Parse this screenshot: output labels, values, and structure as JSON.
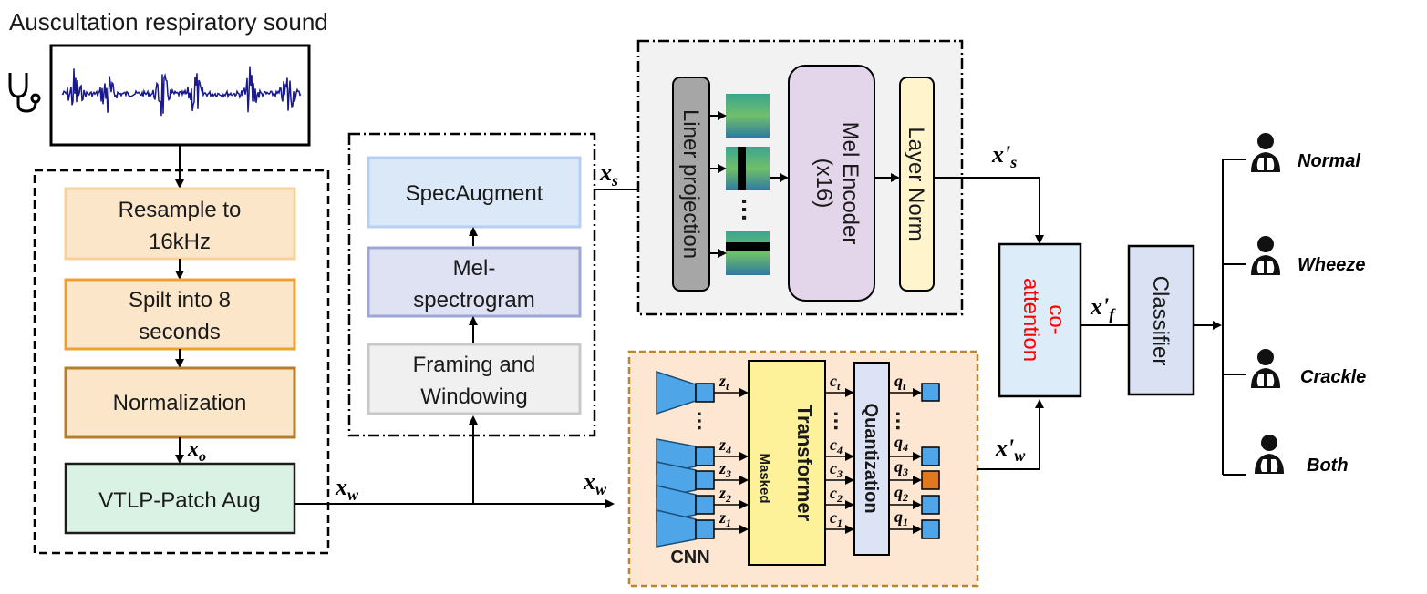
{
  "title": "Auscultation respiratory sound",
  "preprocess": {
    "resample": [
      "Resample to",
      "16kHz"
    ],
    "split": [
      "Spilt into 8",
      "seconds"
    ],
    "normalization": "Normalization",
    "vtlp": "VTLP-Patch Aug"
  },
  "spectrogram_branch": {
    "specaugment": "SpecAugment",
    "mel": [
      "Mel-",
      "spectrogram"
    ],
    "framing": [
      "Framing and",
      "Windowing"
    ]
  },
  "mel_encoder_branch": {
    "liner_projection": "Liner projection",
    "mel_encoder": [
      "Mel Encoder",
      "(x16)"
    ],
    "layer_norm": "Layer Norm",
    "dots": "…"
  },
  "wav_branch": {
    "cnn": "CNN",
    "transformer": "Transformer",
    "masked": "Masked",
    "quantization": "Quantization",
    "z_labels": [
      [
        "z",
        "t"
      ],
      [
        "z",
        "4"
      ],
      [
        "z",
        "3"
      ],
      [
        "z",
        "2"
      ],
      [
        "z",
        "1"
      ]
    ],
    "c_labels": [
      [
        "c",
        "t"
      ],
      [
        "c",
        "4"
      ],
      [
        "c",
        "3"
      ],
      [
        "c",
        "2"
      ],
      [
        "c",
        "1"
      ]
    ],
    "q_labels": [
      [
        "q",
        "t"
      ],
      [
        "q",
        "4"
      ],
      [
        "q",
        "3"
      ],
      [
        "q",
        "2"
      ],
      [
        "q",
        "1"
      ]
    ],
    "dots": "…"
  },
  "variables": {
    "x_o": [
      "x",
      "o"
    ],
    "x_w_left": [
      "x",
      "w"
    ],
    "x_w_right": [
      "x",
      "w"
    ],
    "x_s": [
      "x",
      "s"
    ],
    "x_s_prime": [
      "x'",
      "s"
    ],
    "x_w_prime": [
      "x'",
      "w"
    ],
    "x_f_prime": [
      "x'",
      "f"
    ]
  },
  "fusion": {
    "co_attention": [
      "co-",
      "attention"
    ],
    "co_attention_color": "#ff0000"
  },
  "classifier": "Classifier",
  "classes": [
    "Normal",
    "Wheeze",
    "Crackle",
    "Both"
  ],
  "colors": {
    "waveform": "#1a1a8c",
    "resample_fill": "#fbe6c9",
    "resample_stroke": "#f8d19a",
    "split_fill": "#fbe6c9",
    "split_stroke": "#f0a030",
    "norm_fill": "#fbe6c9",
    "norm_stroke": "#b87d2a",
    "vtlp_fill": "#d9f2e4",
    "vtlp_stroke": "#1c1c1c",
    "specaug_fill": "#dbe8f8",
    "specaug_stroke": "#b8cff0",
    "mel_fill": "#dfe2f2",
    "mel_stroke": "#9ea6d6",
    "framing_fill": "#f0f0f0",
    "framing_stroke": "#c8c8c8",
    "liner_fill": "#a6a6a6",
    "mel_enc_fill": "#e3d5ea",
    "layer_norm_fill": "#fff4cc",
    "wav_panel_fill": "#fde7d3",
    "wav_panel_stroke": "#b8862e",
    "cnn_fill": "#4ea6e8",
    "transformer_fill": "#fdf29a",
    "quant_fill": "#dbe3f5",
    "q_highlight": "#e07820",
    "coatt_fill": "#dcedf9",
    "classifier_fill": "#d9e1f2"
  }
}
